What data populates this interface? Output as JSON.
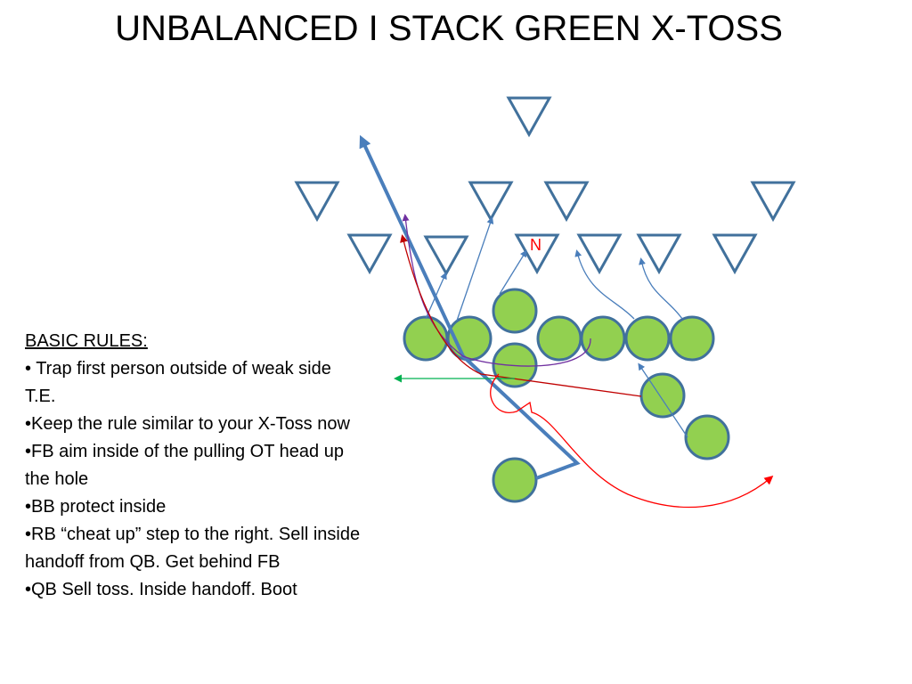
{
  "slide": {
    "title": "UNBALANCED I STACK GREEN X-TOSS"
  },
  "rules": {
    "heading": "BASIC RULES:",
    "items": [
      "• Trap first person outside of weak side T.E.",
      "•Keep the rule similar to your X-Toss now",
      "•FB aim inside of the pulling OT head up the hole",
      "•BB protect inside",
      "•RB “cheat up” step to the right. Sell inside handoff from QB.  Get behind FB",
      "•QB Sell toss. Inside handoff. Boot"
    ]
  },
  "diagram": {
    "defender_label": "N",
    "colors": {
      "offense_fill": "#92D050",
      "offense_stroke": "#41719C",
      "defense_stroke": "#41719C",
      "route_blue": "#4A7EBB",
      "route_red": "#C00000",
      "route_purple": "#7030A0",
      "route_green": "#00B050",
      "label_red": "#FF0000"
    }
  }
}
